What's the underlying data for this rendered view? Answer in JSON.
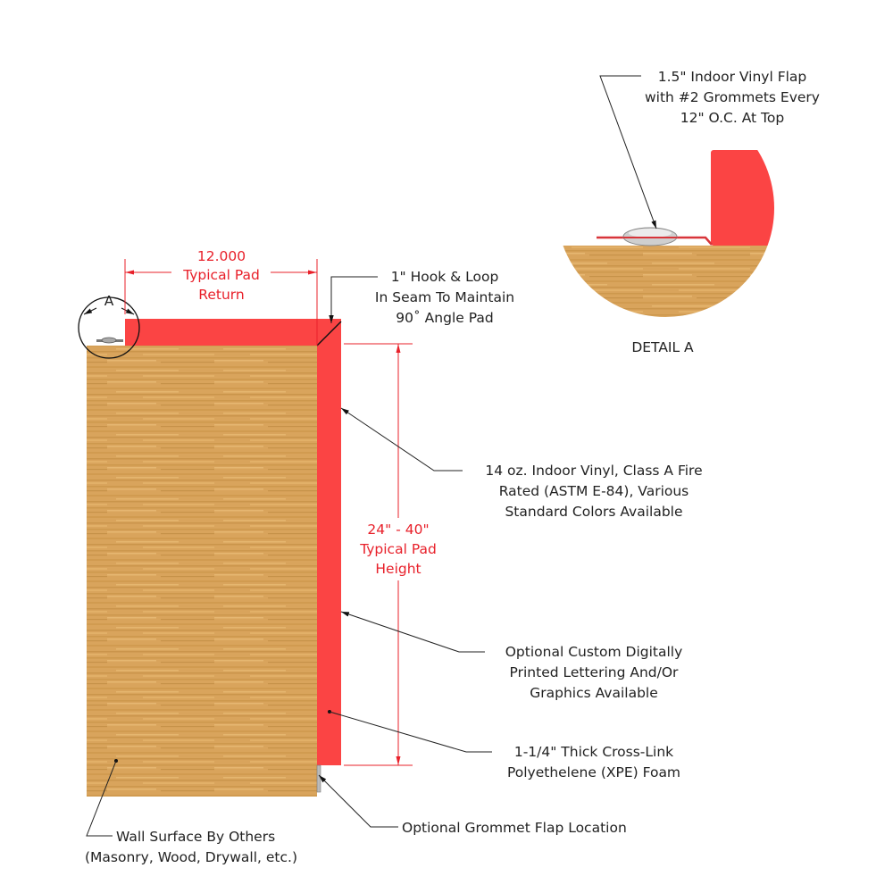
{
  "colors": {
    "pad_red": "#fb4444",
    "dim_red": "#e8202a",
    "wood_base": "#d8a25a",
    "wood_light": "#e4b46c",
    "wood_dark": "#b98436",
    "leader": "#222222",
    "grommet": "#c8c8c8"
  },
  "dimensions": {
    "return": {
      "line1": "12.000",
      "line2": "Typical Pad",
      "line3": "Return"
    },
    "height": {
      "line1": "24\" - 40\"",
      "line2": "Typical Pad",
      "line3": "Height"
    }
  },
  "detail_marker": {
    "label": "A"
  },
  "detail_a": {
    "title": "DETAIL A",
    "callout": {
      "line1": "1.5\" Indoor Vinyl Flap",
      "line2": "with #2 Grommets Every",
      "line3": "12\" O.C. At Top"
    }
  },
  "callouts": {
    "hook_loop": {
      "line1": "1\" Hook & Loop",
      "line2": "In Seam To Maintain",
      "line3": "90˚ Angle Pad"
    },
    "vinyl": {
      "line1": "14 oz. Indoor Vinyl, Class A Fire",
      "line2": "Rated (ASTM E-84), Various",
      "line3": "Standard Colors Available"
    },
    "printing": {
      "line1": "Optional Custom Digitally",
      "line2": "Printed Lettering And/Or",
      "line3": "Graphics Available"
    },
    "foam": {
      "line1": "1-1/4\" Thick Cross-Link",
      "line2": "Polyethelene (XPE) Foam"
    },
    "grommet_flap": {
      "line1": "Optional Grommet Flap Location"
    },
    "wall": {
      "line1": "Wall Surface By Others",
      "line2": "(Masonry, Wood, Drywall, etc.)"
    }
  }
}
